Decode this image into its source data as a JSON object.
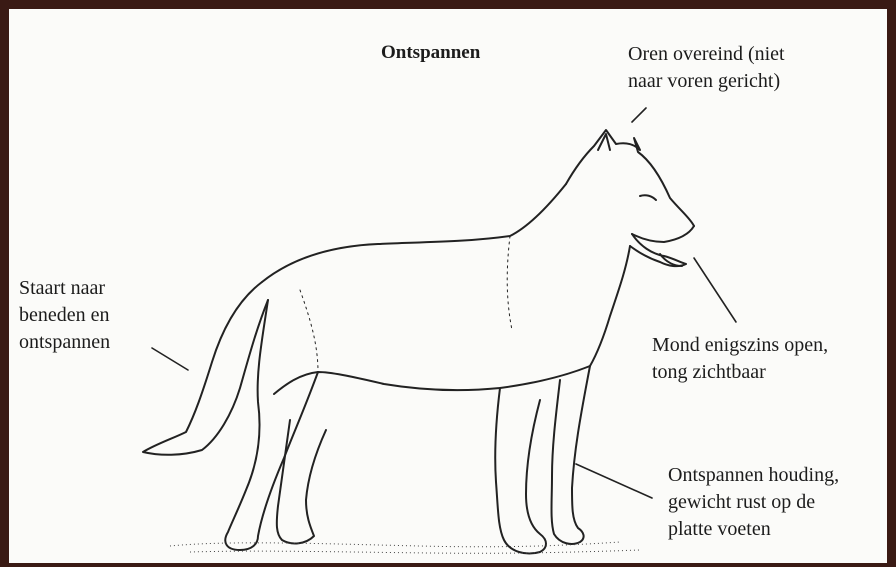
{
  "title": "Ontspannen",
  "annotations": {
    "ears": [
      "Oren overeind (niet",
      "naar voren gericht)"
    ],
    "mouth": [
      "Mond enigszins open,",
      "tong zichtbaar"
    ],
    "tail": [
      "Staart naar",
      "beneden en",
      "ontspannen"
    ],
    "posture": [
      "Ontspannen houding,",
      "gewicht rust op de",
      "platte voeten"
    ]
  },
  "colors": {
    "frame": "#3a1a14",
    "paper": "#fbfbf9",
    "ink": "#1c1c1c"
  },
  "icons": {
    "illustration": "relaxed-dog-illustration"
  }
}
